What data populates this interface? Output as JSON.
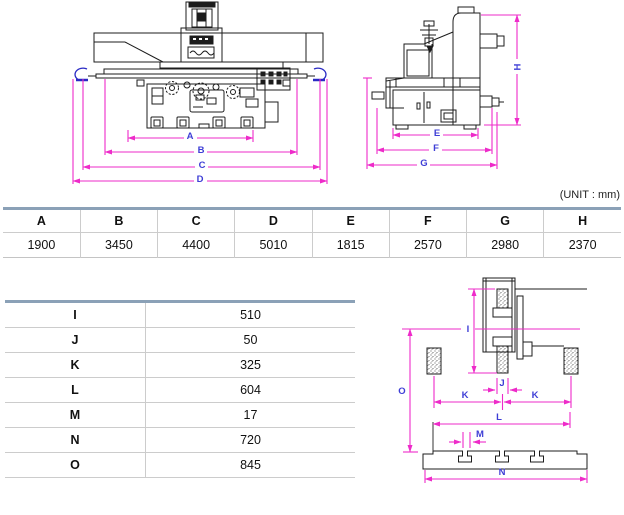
{
  "unit_label": "(UNIT : mm)",
  "dimension_table": {
    "headers": [
      "A",
      "B",
      "C",
      "D",
      "E",
      "F",
      "G",
      "H"
    ],
    "values": [
      "1900",
      "3450",
      "4400",
      "5010",
      "1815",
      "2570",
      "2980",
      "2370"
    ]
  },
  "detail_table": {
    "rows": [
      {
        "label": "I",
        "value": "510"
      },
      {
        "label": "J",
        "value": "50"
      },
      {
        "label": "K",
        "value": "325"
      },
      {
        "label": "L",
        "value": "604"
      },
      {
        "label": "M",
        "value": "17"
      },
      {
        "label": "N",
        "value": "720"
      },
      {
        "label": "O",
        "value": "845"
      }
    ]
  },
  "front_view_labels": {
    "a": "A",
    "b": "B",
    "c": "C",
    "d": "D"
  },
  "side_view_labels": {
    "e": "E",
    "f": "F",
    "g": "G",
    "h": "H"
  },
  "detail_view_labels": {
    "i": "I",
    "j": "J",
    "k1": "K",
    "k2": "K",
    "l": "L",
    "m": "M",
    "n": "N",
    "o": "O"
  },
  "colors": {
    "dimension_line": "#ee2bc9",
    "dimension_text": "#3e3ed6",
    "line_art": "#1c1c1c",
    "table_top_border": "#8ba1b7",
    "table_grid": "#cccccc",
    "hook_blue": "#2a2ac4"
  }
}
